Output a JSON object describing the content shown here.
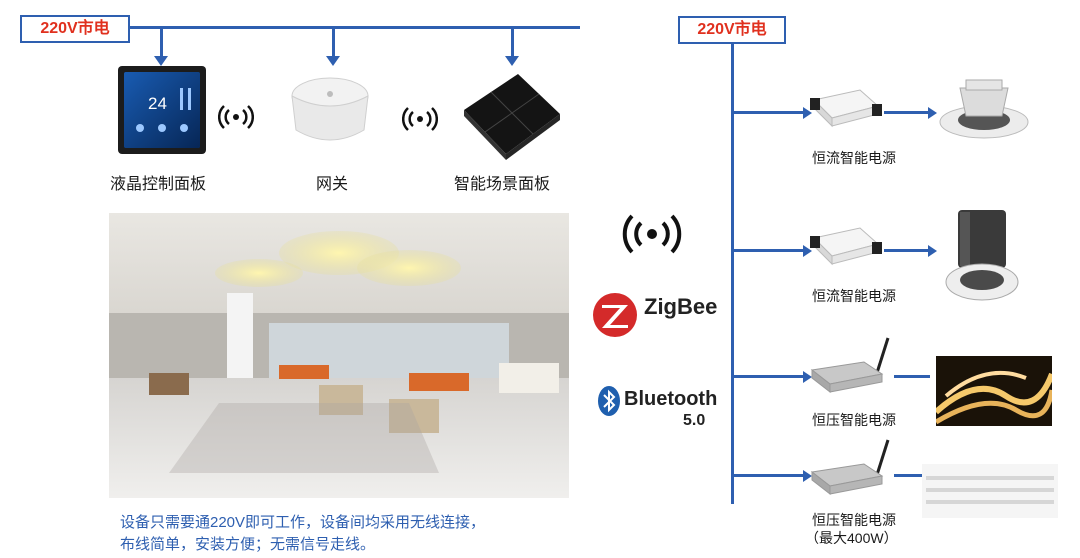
{
  "mains_left": "220V市电",
  "mains_right": "220V市电",
  "devices": {
    "lcd_panel": "液晶控制面板",
    "lcd_screen_value": "24",
    "gateway": "网关",
    "scene_panel": "智能场景面板"
  },
  "protocols": {
    "zigbee": "ZigBee",
    "bluetooth": "Bluetooth",
    "bluetooth_version": "5.0"
  },
  "drivers": [
    {
      "label": "恒流智能电源"
    },
    {
      "label": "恒流智能电源"
    },
    {
      "label": "恒压智能电源"
    },
    {
      "label": "恒压智能电源",
      "sublabel": "（最大400W）"
    }
  ],
  "caption_line1": "设备只需要通220V即可工作，设备间均采用无线连接，",
  "caption_line2": "布线简单，安装方便；无需信号走线。",
  "colors": {
    "wire": "#2e5fb0",
    "mains_text": "#e0301e",
    "zigbee_red": "#d42a2a"
  }
}
